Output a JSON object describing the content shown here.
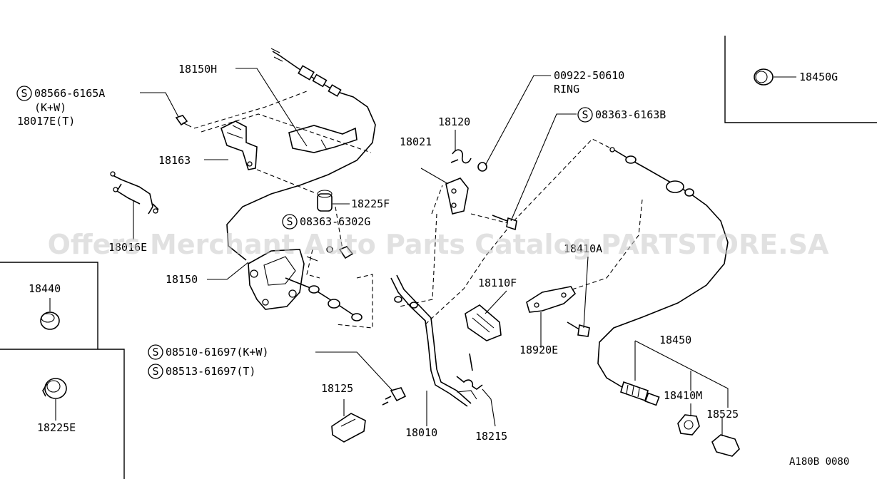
{
  "watermark": "Offers Merchant Auto Parts Catalog PARTSTORE.SA",
  "figure_code": "A180B 0080",
  "bolt_symbol": "S",
  "labels": {
    "l18150H": "18150H",
    "l08566": "08566-6165A",
    "lKW": "(K+W)",
    "l18017E": "18017E(T)",
    "l18163": "18163",
    "l18016E": "18016E",
    "l18150": "18150",
    "l18225F": "18225F",
    "l08363_6302": "08363-6302G",
    "l18021": "18021",
    "l18120": "18120",
    "l00922": "00922-50610",
    "lRING": "RING",
    "l08363_6163": "08363-6163B",
    "l18450G": "18450G",
    "l18440": "18440",
    "l18225E": "18225E",
    "l18410A": "18410A",
    "l18110F": "18110F",
    "l18920E": "18920E",
    "l18450": "18450",
    "l18410M": "18410M",
    "l18525": "18525",
    "l08510": "08510-61697(K+W)",
    "l08513": "08513-61697(T)",
    "l18125": "18125",
    "l18010": "18010",
    "l18215": "18215"
  }
}
